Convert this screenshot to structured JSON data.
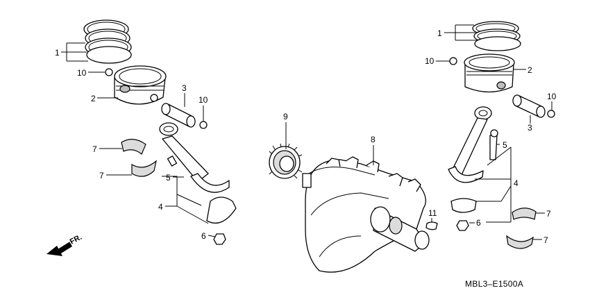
{
  "callouts": {
    "c_1_left": "1",
    "c_10_left": "10",
    "c_2_left": "2",
    "c_3_left": "3",
    "c_10_left_pin": "10",
    "c_7_left_top": "7",
    "c_7_left_bottom": "7",
    "c_5_left": "5",
    "c_4_left": "4",
    "c_6_left": "6",
    "c_9": "9",
    "c_8": "8",
    "c_1_right": "1",
    "c_10_right": "10",
    "c_2_right": "2",
    "c_10_right_pin": "10",
    "c_3_right": "3",
    "c_5_right": "5",
    "c_4_right": "4",
    "c_11": "11",
    "c_6_right": "6",
    "c_7_right_top": "7",
    "c_7_right_bottom": "7"
  },
  "direction_label": "FR.",
  "diagram_code": "MBL3–E1500A"
}
